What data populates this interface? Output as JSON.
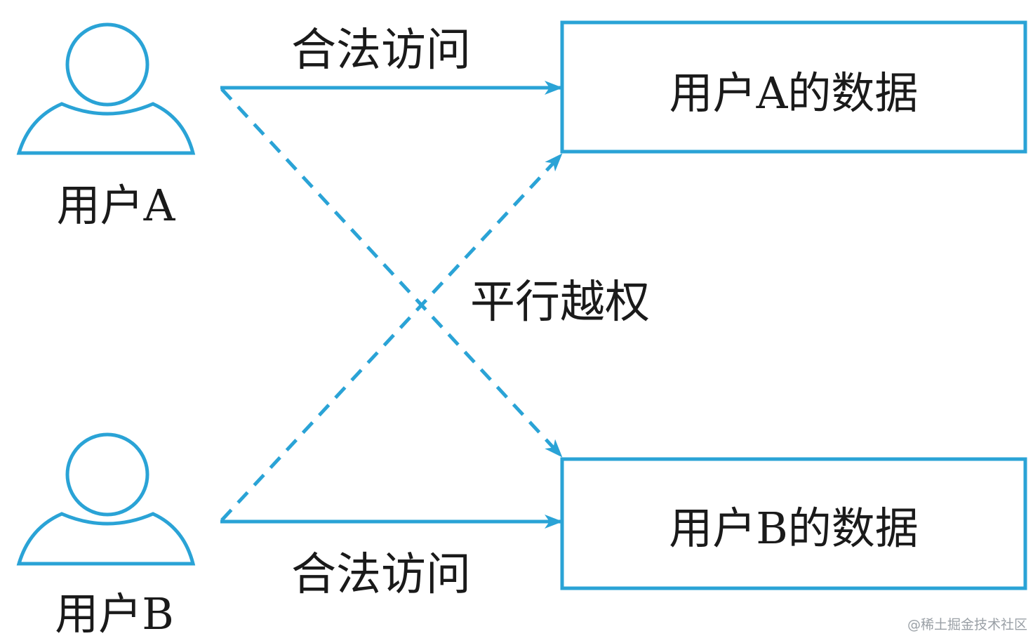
{
  "colors": {
    "stroke": "#2aa3d6",
    "text": "#1a1a1a",
    "watermark": "#9aa0a6",
    "background": "#ffffff"
  },
  "users": [
    {
      "id": "user-a",
      "label": "用户A",
      "icon": "user-icon"
    },
    {
      "id": "user-b",
      "label": "用户B",
      "icon": "user-icon"
    }
  ],
  "data_boxes": [
    {
      "id": "data-a",
      "label": "用户A的数据"
    },
    {
      "id": "data-b",
      "label": "用户B的数据"
    }
  ],
  "edges": {
    "legal_top": "合法访问",
    "legal_bottom": "合法访问",
    "horizontal_privilege": "平行越权"
  },
  "watermark": "@稀土掘金技术社区"
}
